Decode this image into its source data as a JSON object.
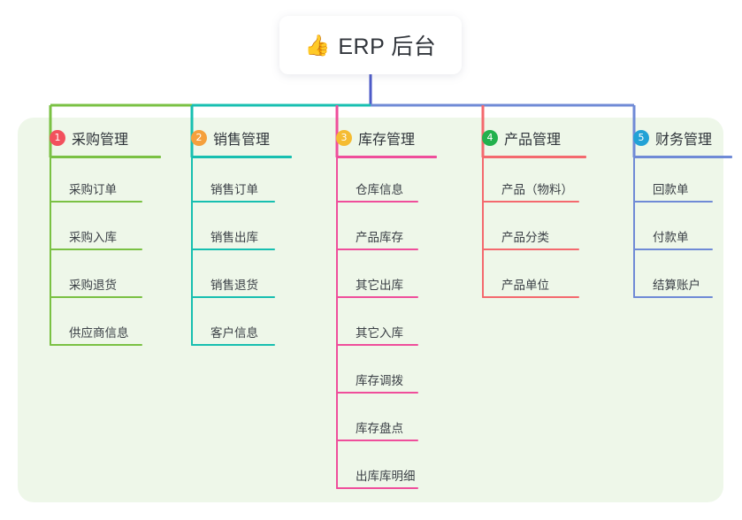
{
  "root": {
    "icon": "thumbs-up-icon",
    "emoji": "👍",
    "title": "ERP 后台"
  },
  "theme": {
    "panel_bg": "#eef7e9",
    "page_bg": "#ffffff",
    "root_stem": "#4c5ac8",
    "text": "#31353b"
  },
  "columns": [
    {
      "index": "1",
      "title": "采购管理",
      "badge_color": "#f2505d",
      "line_color": "#7ac143",
      "items": [
        {
          "label": "采购订单"
        },
        {
          "label": "采购入库"
        },
        {
          "label": "采购退货"
        },
        {
          "label": "供应商信息"
        }
      ]
    },
    {
      "index": "2",
      "title": "销售管理",
      "badge_color": "#f5a03c",
      "line_color": "#17bfb0",
      "items": [
        {
          "label": "销售订单"
        },
        {
          "label": "销售出库"
        },
        {
          "label": "销售退货"
        },
        {
          "label": "客户信息"
        }
      ]
    },
    {
      "index": "3",
      "title": "库存管理",
      "badge_color": "#f5bc32",
      "line_color": "#ef4e9b",
      "items": [
        {
          "label": "仓库信息"
        },
        {
          "label": "产品库存"
        },
        {
          "label": "其它出库"
        },
        {
          "label": "其它入库"
        },
        {
          "label": "库存调拨"
        },
        {
          "label": "库存盘点"
        },
        {
          "label": "出库库明细"
        }
      ]
    },
    {
      "index": "4",
      "title": "产品管理",
      "badge_color": "#23b14d",
      "line_color": "#f4696e",
      "items": [
        {
          "label": "产品（物料）"
        },
        {
          "label": "产品分类"
        },
        {
          "label": "产品单位"
        }
      ]
    },
    {
      "index": "5",
      "title": "财务管理",
      "badge_color": "#22a2d6",
      "line_color": "#6f8ad6",
      "items": [
        {
          "label": "回款单"
        },
        {
          "label": "付款单"
        },
        {
          "label": "结算账户"
        }
      ]
    }
  ]
}
